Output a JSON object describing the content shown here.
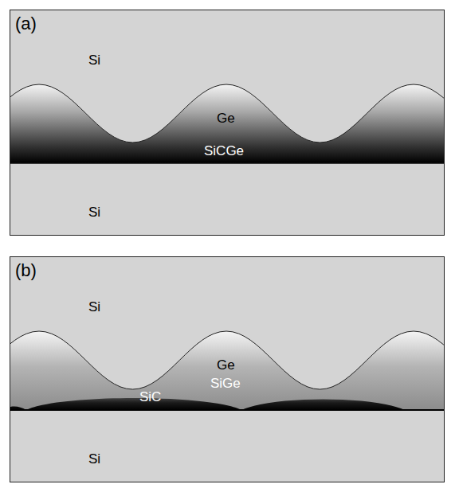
{
  "diagram": {
    "labels": [
      "(a)",
      "Si",
      "Ge",
      "SiCGe",
      "Si",
      "(b)",
      "Si",
      "Ge",
      "SiC",
      "SiGe",
      "Si"
    ]
  }
}
